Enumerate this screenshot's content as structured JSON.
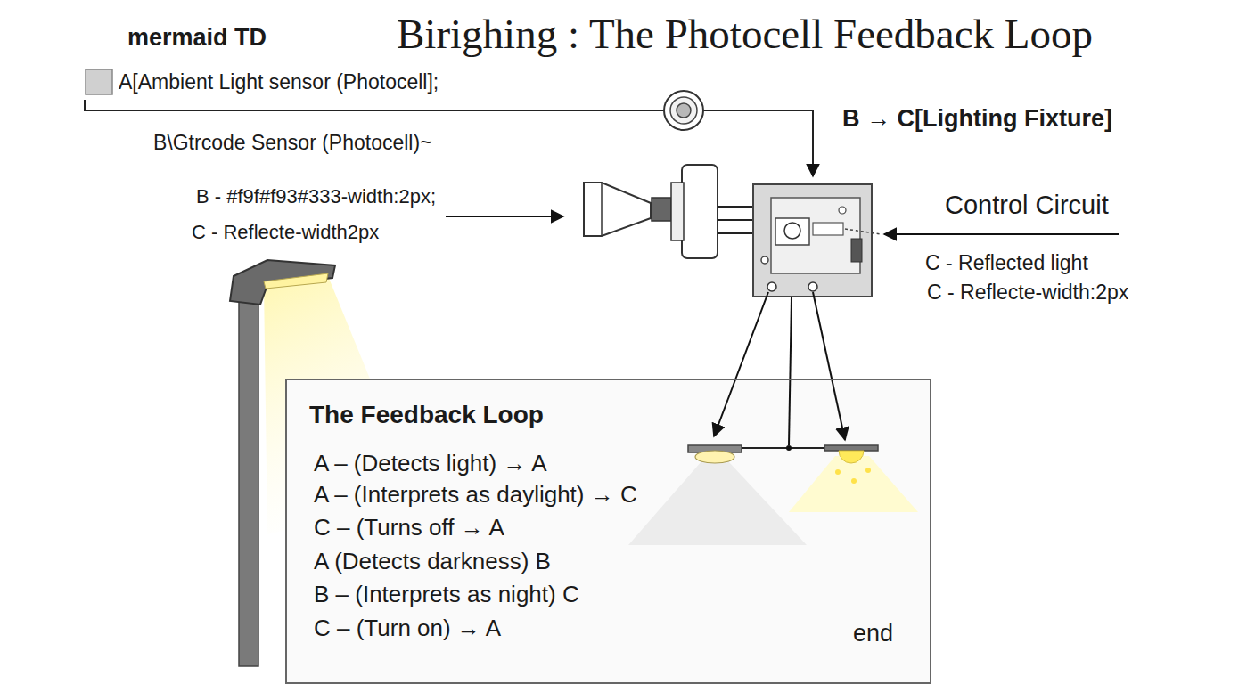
{
  "diagram": {
    "title": "Birighing : The Photocell Feedback Loop",
    "nodes": [
      {
        "text": [
          "The Feedback Loop",
          "A – (Detects light) → A",
          "A – (Interprets as daylight) → C",
          "C – (Turns off → A",
          "A (Detects darkness) B",
          "B – (Interprets as night) C",
          "C – (Turn on) → A",
          "end"
        ]
      }
    ],
    "labels": [
      "mermaid TD",
      "A[Ambient Light sensor (Photocell];",
      "B\\Gtrcode Sensor (Photocell)~",
      "B - #f9f#f93#333-width:2px;",
      "C - Reflecte-width2px",
      "B → C[Lighting Fixture]",
      "Control Circuit",
      "C - Reflected light",
      "C - Reflecte-width:2px"
    ]
  }
}
